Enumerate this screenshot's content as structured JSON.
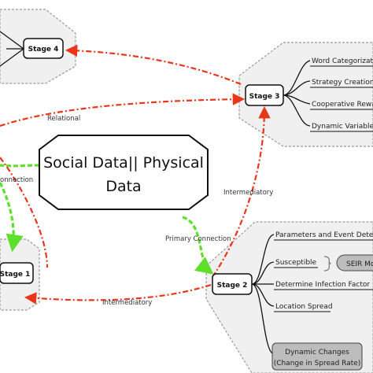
{
  "central": {
    "line1": "Social Data|| Physical",
    "line2": "Data"
  },
  "stages": {
    "stage4": "Stage 4",
    "stage3": "Stage 3",
    "stage1": "Stage 1",
    "stage2": "Stage 2"
  },
  "stage3_items": [
    "Word Categorizat",
    "Strategy Creation",
    "Cooperative Rewa",
    "Dynamic Variable"
  ],
  "stage2_items": {
    "parameters": "Parameters and Event Deter",
    "susceptible": "Susceptible",
    "seir": "SEIR Mo",
    "infection": "Determine Infection Factor",
    "location": "Location Spread",
    "dynamic_line1": "Dynamic Changes",
    "dynamic_line2": "(Change in Spread Rate)"
  },
  "edge_labels": {
    "relational": "Relational",
    "connection": "onnection",
    "intermediatory_right": "Intermediatory",
    "primary_connection": "Primary Connection",
    "intermediatory_bottom": "Intermediatory"
  },
  "colors": {
    "red_dashed": "#e8361b",
    "green_dashed": "#5ee02a",
    "panel_fill": "#f0f0f0",
    "panel_stroke": "#9a9a9a",
    "node_stroke": "#111111",
    "gray_pill": "#bdbdbd"
  }
}
